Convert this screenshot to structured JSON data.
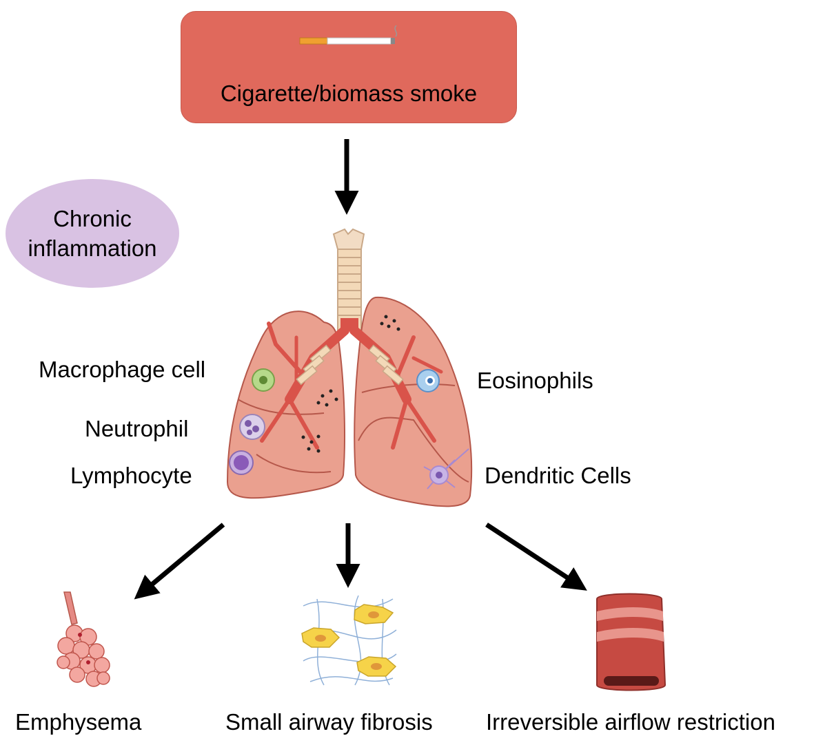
{
  "source": {
    "label": "Cigarette/biomass smoke",
    "icon": "cigarette-icon"
  },
  "badge": {
    "line1": "Chronic",
    "line2": "inflammation"
  },
  "cells": {
    "macrophage": "Macrophage cell",
    "neutrophil": "Neutrophil",
    "lymphocyte": "Lymphocyte",
    "eosinophils": "Eosinophils",
    "dendritic": "Dendritic Cells"
  },
  "outcomes": {
    "emphysema": "Emphysema",
    "fibrosis": "Small airway fibrosis",
    "restriction": "Irreversible airflow restriction"
  },
  "colors": {
    "smoke_box": "#e0695c",
    "badge": "#d9c2e3",
    "lung": "#eaa08f",
    "bronchi": "#d9534a"
  }
}
